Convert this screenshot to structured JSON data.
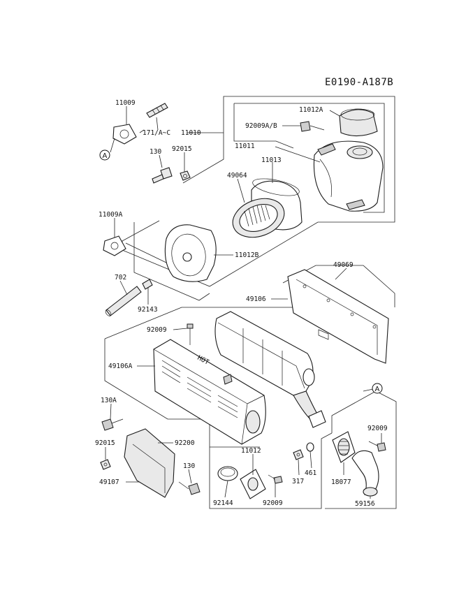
{
  "diagram_code": "E0190-A187B",
  "callout_ref": "A",
  "labels": {
    "p11009": "11009",
    "p171": "171/A~C",
    "p11010": "11010",
    "p130_top": "130",
    "p92015_top": "92015",
    "p11012A": "11012A",
    "p92009AB": "92009A/B",
    "p11011": "11011",
    "p11013": "11013",
    "p49064": "49064",
    "p11009A": "11009A",
    "p11012B": "11012B",
    "p702": "702",
    "p92143": "92143",
    "p49069": "49069",
    "p49106": "49106",
    "p92009_mid": "92009",
    "p49106A": "49106A",
    "p130A": "130A",
    "p92015_bot": "92015",
    "p92200": "92200",
    "p130_bot": "130",
    "p49107": "49107",
    "p92144": "92144",
    "p11012": "11012",
    "p92009_bot": "92009",
    "p317": "317",
    "p461": "461",
    "p18077": "18077",
    "p92009_right": "92009",
    "p59156": "59156",
    "hot": "HOT"
  }
}
